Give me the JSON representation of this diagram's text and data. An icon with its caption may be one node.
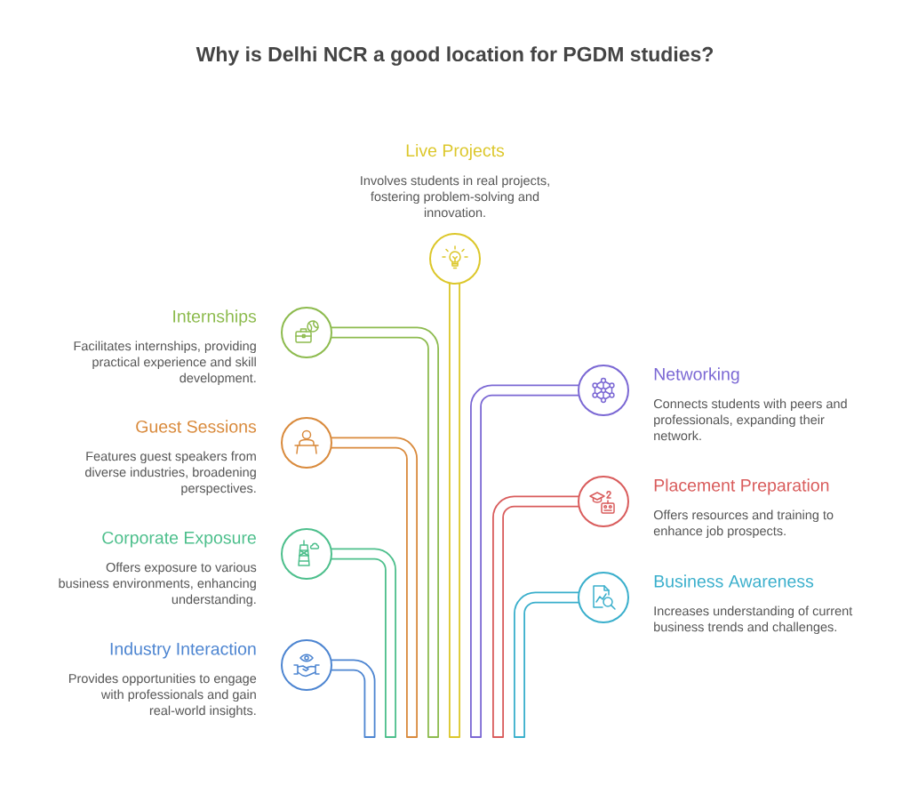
{
  "diagram": {
    "title": "Why is Delhi NCR a good location for PGDM studies?",
    "nodes": [
      {
        "text": [],
        "shape": "circle",
        "beside": [
          "Live Projects",
          "Involves students in real projects, fostering problem-solving and innovation."
        ]
      },
      {
        "text": [],
        "shape": "circle",
        "beside": [
          "Internships",
          "Facilitates internships, providing practical experience and skill development."
        ]
      },
      {
        "text": [],
        "shape": "circle",
        "beside": [
          "Networking",
          "Connects students with peers and professionals, expanding their network."
        ]
      },
      {
        "text": [],
        "shape": "circle",
        "beside": [
          "Guest Sessions",
          "Features guest speakers from diverse industries, broadening perspectives."
        ]
      },
      {
        "text": [],
        "shape": "circle",
        "beside": [
          "Placement Preparation",
          "Offers resources and training to enhance job prospects."
        ]
      },
      {
        "text": [],
        "shape": "circle",
        "beside": [
          "Corporate Exposure",
          "Offers exposure to various business environments, enhancing understanding."
        ]
      },
      {
        "text": [],
        "shape": "circle",
        "beside": [
          "Business Awareness",
          "Increases understanding of current business trends and challenges."
        ]
      },
      {
        "text": [],
        "shape": "circle",
        "beside": [
          "Industry Interaction",
          "Provides opportunities to engage with professionals and gain real-world insights."
        ]
      }
    ]
  }
}
